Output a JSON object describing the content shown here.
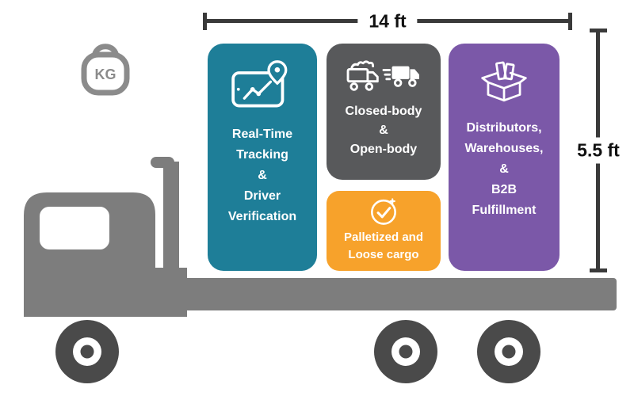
{
  "weight_badge": {
    "label": "KG",
    "icon": "kg-weight-icon"
  },
  "dimensions": {
    "width": {
      "label": "14 ft"
    },
    "height": {
      "label": "5.5 ft"
    }
  },
  "cards": {
    "tracking": {
      "icon": "tablet-map-pin-icon",
      "text": "Real-Time\nTracking\n&\nDriver\nVerification",
      "color": "#1E7E98"
    },
    "body_types": {
      "icon": "trucks-icon",
      "text": "Closed-body\n&\nOpen-body",
      "color": "#58595B"
    },
    "cargo": {
      "icon": "cargo-check-icon",
      "text": "Palletized and\nLoose cargo",
      "color": "#F7A22B"
    },
    "fulfillment": {
      "icon": "open-box-icon",
      "text": "Distributors,\nWarehouses,\n&\nB2B\nFulfillment",
      "color": "#7B58A8"
    }
  },
  "colors": {
    "truck_body": "#7D7D7D",
    "wheel": "#4A4A4A",
    "dimension_line": "#3A3A3A",
    "background": "#FFFFFF"
  }
}
